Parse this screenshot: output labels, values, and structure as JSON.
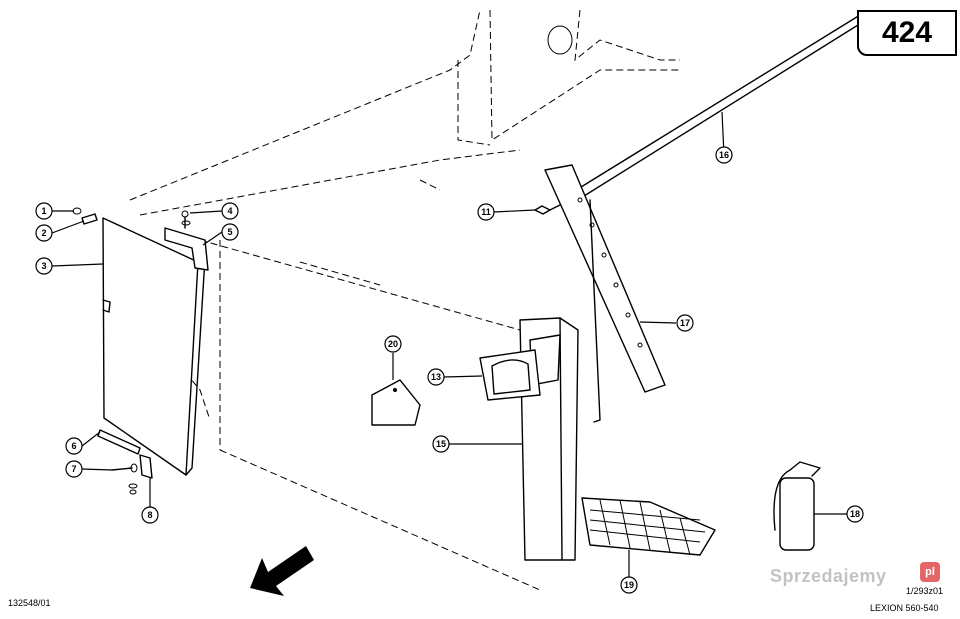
{
  "page_number": "424",
  "drawing_number": "132548/01",
  "view_code": "1/293z01",
  "model": "LEXION 560-540",
  "watermark": "Sprzedajemy",
  "watermark_suffix": "pl",
  "callouts": [
    "1",
    "2",
    "3",
    "4",
    "5",
    "6",
    "7",
    "8",
    "11",
    "13",
    "15",
    "16",
    "17",
    "18",
    "19",
    "20"
  ]
}
